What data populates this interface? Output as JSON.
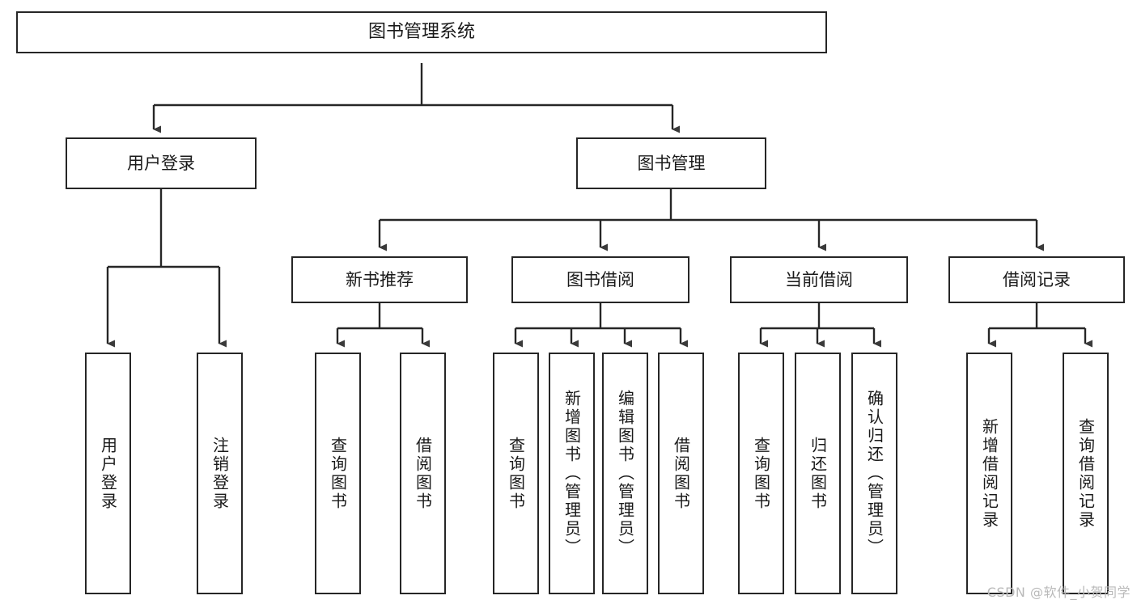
{
  "diagram": {
    "title": "图书管理系统",
    "type": "tree-hierarchy-chart",
    "colors": {
      "stroke": "#262626",
      "fill": "#ffffff",
      "text": "#1a1a1a",
      "watermark": "#b9b9b9"
    },
    "nodes": {
      "root": {
        "label": "图书管理系统"
      },
      "level2": [
        {
          "label": "用户登录"
        },
        {
          "label": "图书管理"
        }
      ],
      "level3": [
        {
          "label": "新书推荐"
        },
        {
          "label": "图书借阅"
        },
        {
          "label": "当前借阅"
        },
        {
          "label": "借阅记录"
        }
      ],
      "leaves": {
        "user_login": [
          {
            "label": "用户登录"
          },
          {
            "label": "注销登录"
          }
        ],
        "new_book_recommend": [
          {
            "label": "查询图书"
          },
          {
            "label": "借阅图书"
          }
        ],
        "book_borrow": [
          {
            "label": "查询图书"
          },
          {
            "label": "新增图书（管理员）"
          },
          {
            "label": "编辑图书（管理员）"
          },
          {
            "label": "借阅图书"
          }
        ],
        "current_borrow": [
          {
            "label": "查询图书"
          },
          {
            "label": "归还图书"
          },
          {
            "label": "确认归还（管理员）"
          }
        ],
        "borrow_record": [
          {
            "label": "新增借阅记录"
          },
          {
            "label": "查询借阅记录"
          }
        ]
      }
    }
  },
  "watermark": {
    "text": "CSDN @软件_小贺同学"
  }
}
